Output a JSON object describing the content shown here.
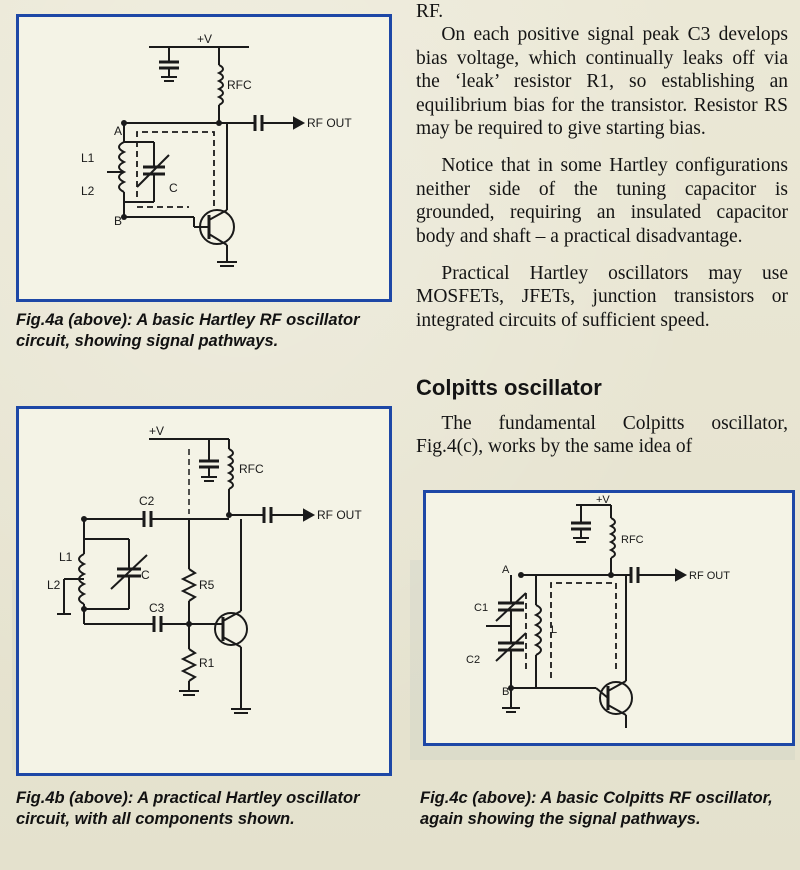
{
  "captions": {
    "fig4a": "Fig.4a (above): A basic Hartley RF oscillator circuit, showing signal pathways.",
    "fig4b": "Fig.4b (above): A practical Hartley oscillator circuit, with all components shown.",
    "fig4c": "Fig.4c (above): A basic Colpitts RF oscillator, again showing the signal pathways."
  },
  "article": {
    "p0": "RF.",
    "p1": "On each positive signal peak C3 develops bias voltage, which continually leaks off via the ‘leak’ resistor R1, so establishing an equilibrium bias for the transistor. Resistor RS may be required to give starting bias.",
    "p2": "Notice that in some Hartley configurations neither side of the tuning capacitor is grounded, requiring an insulated capacitor body and shaft – a practical disadvantage.",
    "p3": "Practical Hartley oscillators may use MOSFETs, JFETs, junction transistors or integrated circuits of sufficient speed.",
    "heading": "Colpitts oscillator",
    "p4": "The fundamental Colpitts oscillator, Fig.4(c), works by the same idea of"
  },
  "fig4a": {
    "supply": "+V",
    "rfc": "RFC",
    "out": "RF OUT",
    "node_a": "A",
    "node_b": "B",
    "l1": "L1",
    "l2": "L2",
    "c": "C"
  },
  "fig4b": {
    "supply": "+V",
    "rfc": "RFC",
    "out": "RF OUT",
    "c2": "C2",
    "c3": "C3",
    "l1": "L1",
    "l2": "L2",
    "c": "C",
    "r5": "R5",
    "r1": "R1"
  },
  "fig4c": {
    "supply": "+V",
    "rfc": "RFC",
    "out": "RF OUT",
    "node_a": "A",
    "node_b": "B",
    "c1": "C1",
    "c2": "C2",
    "l": "L"
  },
  "colors": {
    "frame": "#1d47a6",
    "paper": "#e9e6d2"
  }
}
